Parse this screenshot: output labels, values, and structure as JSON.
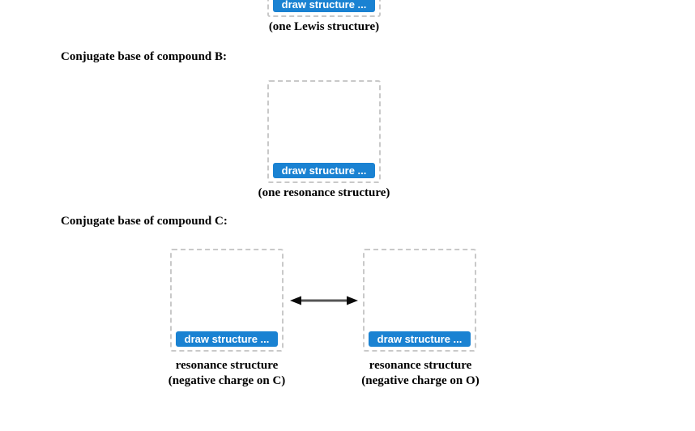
{
  "colors": {
    "button_background": "#1a82d2",
    "button_text": "#ffffff",
    "sketch_box_border": "#c9c9c9",
    "text": "#000000",
    "arrow": "#000000",
    "page_background": "#ffffff"
  },
  "top_section": {
    "button_label": "draw structure ...",
    "caption": "(one Lewis structure)"
  },
  "compound_b": {
    "heading": "Conjugate base of compound B:",
    "button_label": "draw structure ...",
    "caption": "(one resonance structure)"
  },
  "compound_c": {
    "heading": "Conjugate base of compound C:",
    "left_box": {
      "button_label": "draw structure ...",
      "caption_line1": "resonance structure",
      "caption_line2": "(negative charge on C)"
    },
    "right_box": {
      "button_label": "draw structure ...",
      "caption_line1": "resonance structure",
      "caption_line2": "(negative charge on O)"
    },
    "arrow_icon": "double-headed-resonance-arrow"
  }
}
